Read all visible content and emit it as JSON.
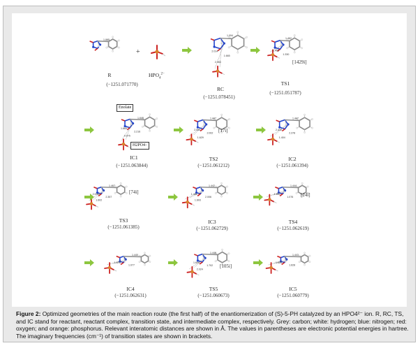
{
  "panels": [
    {
      "id": "R",
      "label": "R",
      "energy": "(−1251.071770)",
      "freq": "",
      "dists": [
        "1.095"
      ]
    },
    {
      "id": "RC",
      "label": "RC",
      "energy": "(−1251.078451)",
      "freq": "",
      "dists": [
        "1.094",
        "2.014",
        "1.665",
        "2.063"
      ]
    },
    {
      "id": "TS1",
      "label": "TS1",
      "energy": "(−1251.051787)",
      "freq": "[1429i]",
      "dists": [
        "1.462",
        "1.402",
        "1.330"
      ]
    },
    {
      "id": "IC1",
      "label": "IC1",
      "energy": "(−1251.063844)",
      "freq": "",
      "dists": [
        "1.640",
        "1.665",
        "2.216",
        "0.975"
      ]
    },
    {
      "id": "TS2",
      "label": "TS2",
      "energy": "(−1251.061212)",
      "freq": "[17i]",
      "dists": [
        "1.447",
        "2.064",
        "2.002",
        "1.629"
      ]
    },
    {
      "id": "IC2",
      "label": "IC2",
      "energy": "(−1251.061394)",
      "freq": "",
      "dists": [
        "1.447",
        "2.410",
        "2.378",
        "1.404"
      ]
    },
    {
      "id": "TS3",
      "label": "TS3",
      "energy": "(−1251.061385)",
      "freq": "[74i]",
      "dists": [
        "1.467",
        "2.006",
        "2.357",
        "1.602"
      ]
    },
    {
      "id": "IC3",
      "label": "IC3",
      "energy": "(−1251.062729)",
      "freq": "",
      "dists": [
        "1.442",
        "1.461",
        "2.006",
        "1.603"
      ]
    },
    {
      "id": "TS4",
      "label": "TS4",
      "energy": "(−1251.062619)",
      "freq": "[24i]",
      "dists": [
        "1.444",
        "1.662",
        "1.076"
      ]
    },
    {
      "id": "IC4",
      "label": "IC4",
      "energy": "(−1251.062631)",
      "freq": "",
      "dists": [
        "1.440",
        "1.676",
        "1.077"
      ]
    },
    {
      "id": "TS5",
      "label": "TS5",
      "energy": "(−1251.060673)",
      "freq": "[105i]",
      "dists": [
        "1.446",
        "1.609",
        "1.702",
        "2.024"
      ]
    },
    {
      "id": "IC5",
      "label": "IC5",
      "energy": "(−1251.060779)",
      "freq": "",
      "dists": [
        "1.443",
        "1.526",
        "1.628"
      ]
    }
  ],
  "reactant2": {
    "label": "HPO",
    "sub": "4",
    "sup": "2−",
    "plus": "+"
  },
  "ic1_labels": {
    "enolate": "Enolate",
    "h2po4": "H2PO4−"
  },
  "caption": {
    "bold": "Figure 2:",
    "text": " Optimized geometries of the main reaction route (the first half) of the enantiomerization of (S)-5-PH catalyzed by an HPO4²⁻ ion. R, RC, TS, and IC stand for reactant, reactant complex, transition state, and intermediate complex, respectively. Grey: carbon; white: hydrogen; blue: nitrogen; red: oxygen; and orange: phosphorus. Relevant interatomic distances are shown in Å. The values in parentheses are electronic potential energies in hartree. The imaginary frequencies (cm⁻¹) of transition states are shown in brackets."
  },
  "colors": {
    "arrow": "#8dc63f",
    "carbon": "#8a8a8a",
    "nitrogen": "#2244cc",
    "oxygen": "#cc2222",
    "phosphorus": "#d9822b",
    "hydrogen": "#f4f4f4",
    "frame": "#e9e9e9"
  }
}
